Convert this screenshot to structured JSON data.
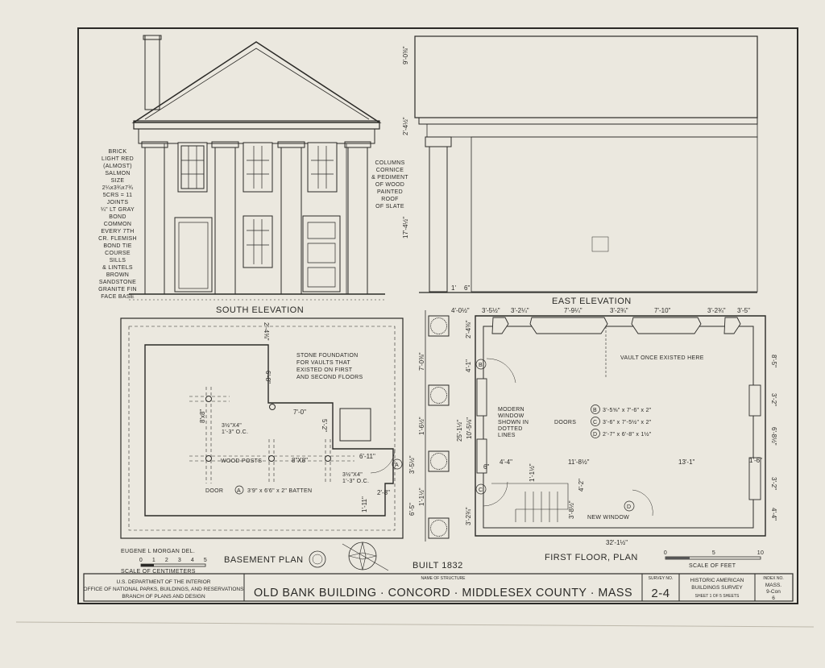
{
  "title_block": {
    "agency": [
      "U.S. DEPARTMENT OF THE INTERIOR",
      "OFFICE OF NATIONAL PARKS, BUILDINGS, AND RESERVATIONS",
      "BRANCH OF PLANS AND DESIGN"
    ],
    "name_label": "NAME OF STRUCTURE",
    "name": "OLD BANK BUILDING · CONCORD · MIDDLESEX COUNTY · MASS",
    "survey_label": "SURVEY NO.",
    "survey_no": "2-4",
    "habs": [
      "HISTORIC AMERICAN",
      "BUILDINGS SURVEY"
    ],
    "sheet": "SHEET 1 OF 5 SHEETS",
    "index_label": "INDEX NO.",
    "index": [
      "MASS.",
      "9-Con",
      "6"
    ]
  },
  "drawings": {
    "south_elevation": "SOUTH ELEVATION",
    "east_elevation": "EAST ELEVATION",
    "basement_plan": "BASEMENT PLAN",
    "first_floor_plan": "FIRST FLOOR, PLAN",
    "built": "BUILT 1832"
  },
  "notes": {
    "brick": [
      "BRICK",
      "LIGHT RED",
      "(ALMOST)",
      "SALMON",
      "SIZE",
      "2¼x3¾x7¾",
      "5CRS = 11",
      "JOINTS",
      "¼\" LT GRAY",
      "BOND",
      "COMMON",
      "EVERY 7TH",
      "CR. FLEMISH",
      "BOND TIE",
      "COURSE",
      "SILLS",
      "& LINTELS",
      "BROWN",
      "SANDSTONE",
      "GRANITE FIN",
      "FACE BASE"
    ],
    "columns": [
      "COLUMNS",
      "CORNICE",
      "& PEDIMENT",
      "OF WOOD",
      "PAINTED",
      "ROOF",
      "OF SLATE"
    ],
    "stone": [
      "STONE FOUNDATION",
      "FOR VAULTS THAT",
      "EXISTED ON FIRST",
      "AND SECOND FLOORS"
    ],
    "vault": "VAULT ONCE EXISTED HERE",
    "modern_window": [
      "MODERN",
      "WINDOW",
      "SHOWN IN",
      "DOTTED",
      "LINES"
    ],
    "doors_label": "DOORS",
    "doors": [
      {
        "letter": "B",
        "size": "3'-5⅝\" x 7'-6\" x 2\""
      },
      {
        "letter": "C",
        "size": "3'-6\" x 7'-5½\" x 2\""
      },
      {
        "letter": "D",
        "size": "2'-7\" x 6'-8\" x 1½\""
      }
    ],
    "wood_posts": "WOOD POSTS",
    "post_size": "8\"X8\"",
    "door_a_prefix": "DOOR",
    "door_a_letter": "A",
    "door_a_size": "3'9\" x 6'6\" x 2\" BATTEN",
    "new_window": "NEW WINDOW",
    "joist": "3½\"X4\"",
    "joist_oc": "1'-3\" O.C."
  },
  "scales": {
    "delineator": "EUGENE L MORGAN DEL.",
    "cm_ticks": [
      "0",
      "1",
      "2",
      "3",
      "4",
      "5"
    ],
    "cm_label": "SCALE OF CENTIMETERS",
    "ft_ticks": [
      "0",
      "5",
      "10"
    ],
    "ft_label": "SCALE OF FEET"
  },
  "dimensions": {
    "east_roof": "9'-0⅜\"",
    "east_cornice": "2'-4½\"",
    "east_column": "17'-4½\"",
    "col_base_a": "1'",
    "col_base_b": "6\"",
    "ff_top": [
      "4'-0½\"",
      "3'-5½\"",
      "3'-2¼\"",
      "7'-9¼\"",
      "3'-2¾\"",
      "7'-10\"",
      "3'-2¾\"",
      "3'-5\""
    ],
    "ff_left": [
      "7'-0⅜\"",
      "1'-6½\"",
      "1'-1½\"",
      "3'-5½\"",
      "6'-5\""
    ],
    "ff_inner": [
      "2'-4⅜\"",
      "10'-5⅛\"",
      "25'-1½\"",
      "4'-1\"",
      "3'-2¾\""
    ],
    "ff_right": [
      "8'-5\"",
      "3'-2\"",
      "6'-8½\"",
      "3'-2\"",
      "4'-4\""
    ],
    "ff_mid": [
      "4'-4\"",
      "11'-8½\"",
      "13'-1\"",
      "3'-8½\"",
      "1'-1½\"",
      "4'-2\"",
      "32'-1½\"",
      "1'-6\"",
      "6\""
    ],
    "bp": [
      "6'-8\"",
      "7'-0\"",
      "5'-2\"",
      "8'x8\"",
      "6'-11\"",
      "2'-8\"",
      "2'-4⅝\"",
      "1'-11\""
    ]
  }
}
